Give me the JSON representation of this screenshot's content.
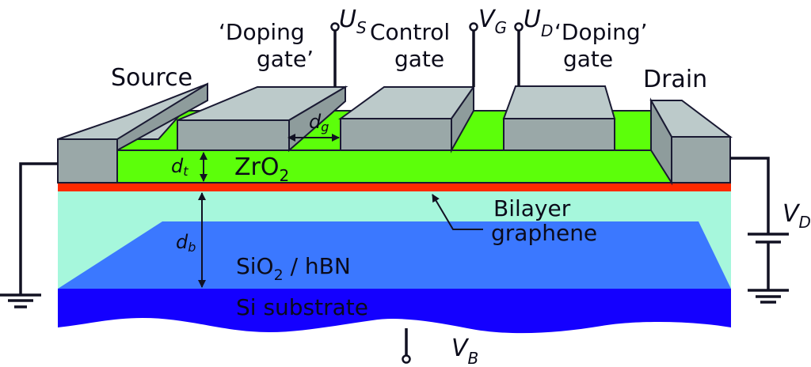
{
  "title": "Bilayer graphene dual-gated transistor schematic",
  "colors": {
    "gate_metal_top": "#bccaca",
    "gate_metal_front": "#9aa8a8",
    "gate_metal_side": "#8e9c9c",
    "zro2": "#5cff0a",
    "graphene": "#ff2a00",
    "sio2_hbn_light": "#a6f7dc",
    "sio2_hbn": "#3b78ff",
    "si_substrate": "#1400ff",
    "wire": "#111122"
  },
  "labels": {
    "source": "Source",
    "drain": "Drain",
    "doping_gate_left_line1": "‘Doping",
    "doping_gate_left_line2": "gate’",
    "control_gate_line1": "Control",
    "control_gate_line2": "gate",
    "doping_gate_right_line1": "‘Doping’",
    "doping_gate_right_line2": "gate",
    "zro2": "ZrO",
    "zro2_sub": "2",
    "bilayer_line1": "Bilayer",
    "bilayer_line2": "graphene",
    "sio2": "SiO",
    "sio2_sub": "2",
    "sio2_rest": " / hBN",
    "si_substrate": "Si substrate"
  },
  "symbols": {
    "us": {
      "main": "U",
      "sub": "S"
    },
    "vg": {
      "main": "V",
      "sub": "G"
    },
    "ud": {
      "main": "U",
      "sub": "D"
    },
    "vd": {
      "main": "V",
      "sub": "D"
    },
    "vb": {
      "main": "V",
      "sub": "B"
    },
    "dg": {
      "main": "d",
      "sub": "g"
    },
    "dt": {
      "main": "d",
      "sub": "t"
    },
    "db": {
      "main": "d",
      "sub": "b"
    }
  }
}
